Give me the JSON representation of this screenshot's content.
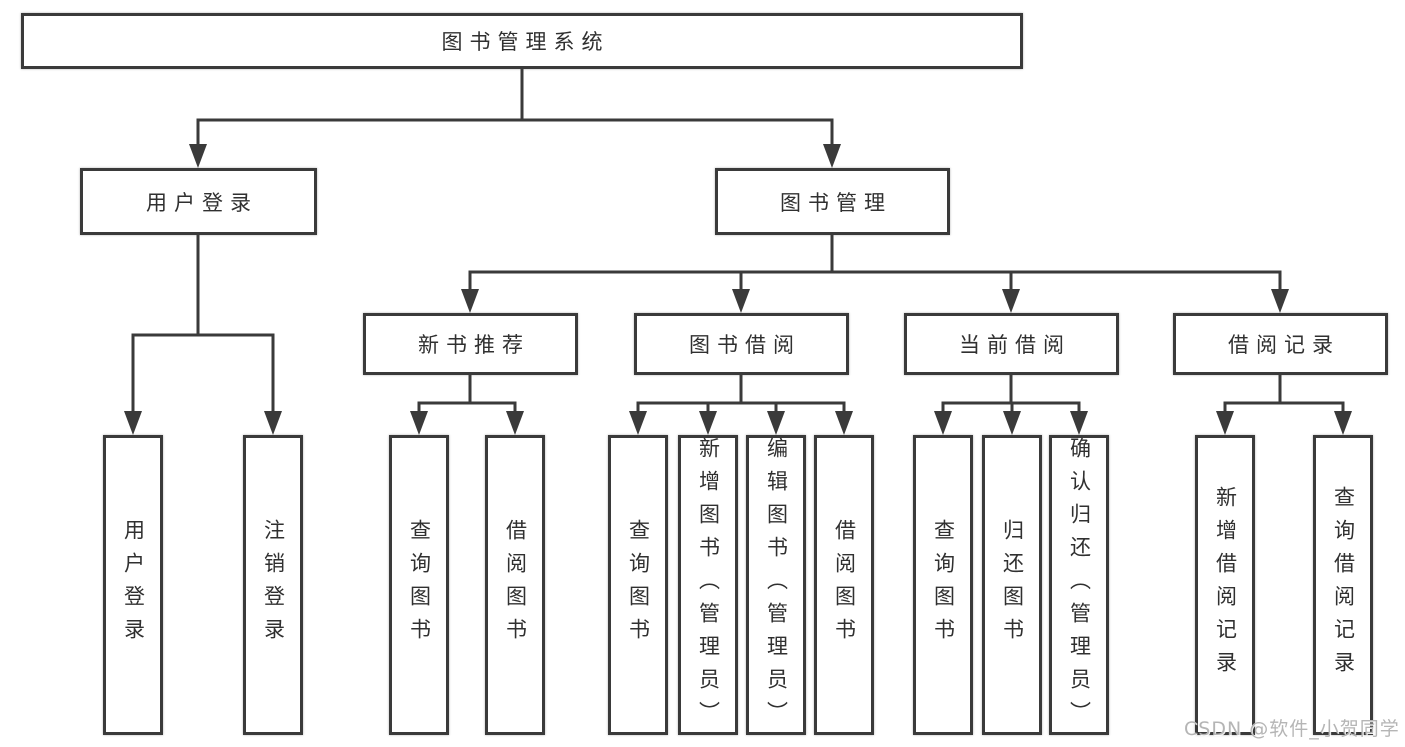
{
  "diagram": {
    "root": {
      "label": "图书管理系统"
    },
    "branches": {
      "user_login": {
        "label": "用户登录",
        "children": [
          {
            "label": "用户登录"
          },
          {
            "label": "注销登录"
          }
        ]
      },
      "book_management": {
        "label": "图书管理",
        "children": [
          {
            "label": "新书推荐",
            "children": [
              {
                "label": "查询图书"
              },
              {
                "label": "借阅图书"
              }
            ]
          },
          {
            "label": "图书借阅",
            "children": [
              {
                "label": "查询图书"
              },
              {
                "label": "新增图书（管理员）"
              },
              {
                "label": "编辑图书（管理员）"
              },
              {
                "label": "借阅图书"
              }
            ]
          },
          {
            "label": "当前借阅",
            "children": [
              {
                "label": "查询图书"
              },
              {
                "label": "归还图书"
              },
              {
                "label": "确认归还（管理员）"
              }
            ]
          },
          {
            "label": "借阅记录",
            "children": [
              {
                "label": "新增借阅记录"
              },
              {
                "label": "查询借阅记录"
              }
            ]
          }
        ]
      }
    }
  },
  "watermark": "CSDN @软件_小贺同学",
  "colors": {
    "line": "#3a3a3a",
    "text": "#303030",
    "background": "#ffffff",
    "watermark": "#b5b5b5"
  }
}
